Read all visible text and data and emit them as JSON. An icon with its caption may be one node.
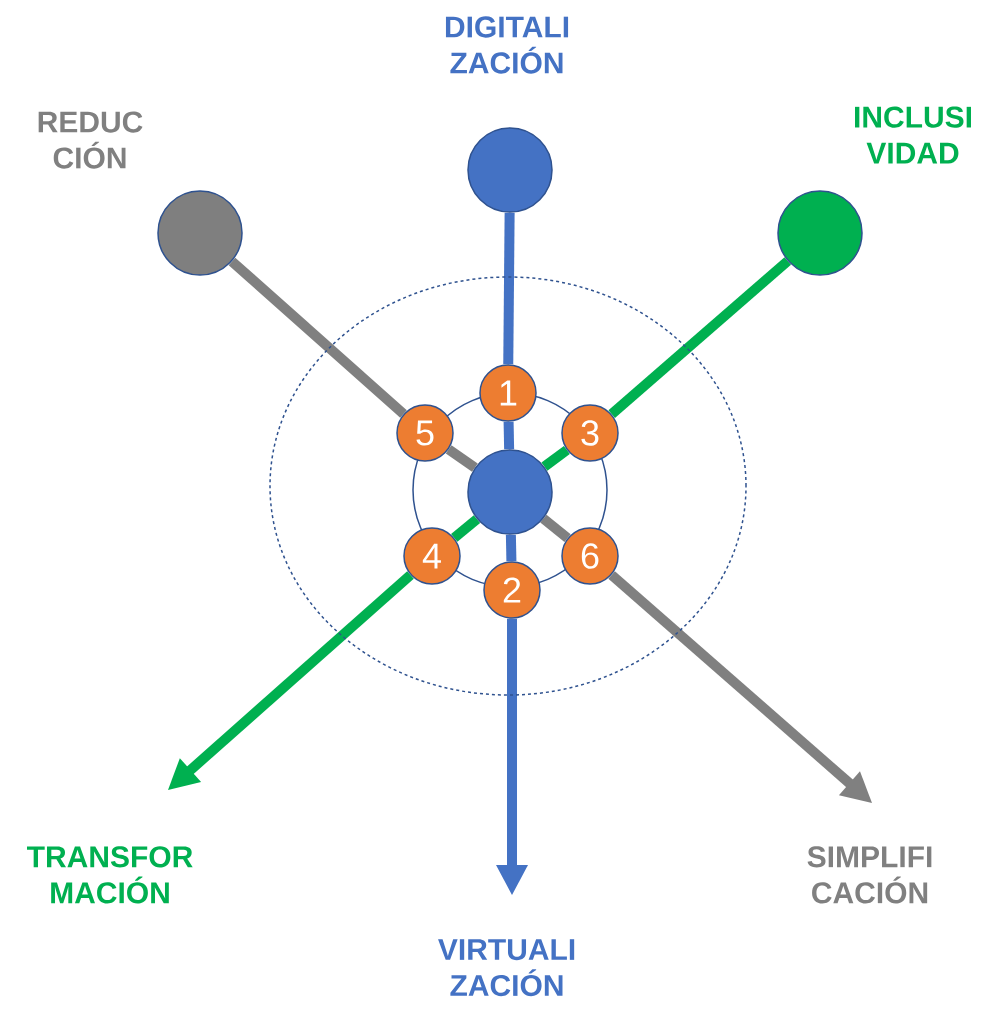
{
  "diagram": {
    "nodes": [
      {
        "text": [],
        "shape": "circle",
        "beside": [
          "DIGITALI ZACIÓN"
        ]
      },
      {
        "text": [],
        "shape": "circle",
        "beside": [
          "REDUC CIÓN"
        ]
      },
      {
        "text": [],
        "shape": "circle",
        "beside": [
          "INCLUSI VIDAD"
        ]
      },
      {
        "text": [],
        "shape": "ellipse"
      },
      {
        "text": [],
        "shape": "circle",
        "in": 3
      },
      {
        "text": [],
        "shape": "circle",
        "in": 4
      },
      {
        "text": [
          "1"
        ],
        "in": 3
      },
      {
        "text": [
          "2"
        ],
        "in": 3
      },
      {
        "text": [
          "3"
        ],
        "in": 3
      },
      {
        "text": [
          "4"
        ],
        "in": 3
      },
      {
        "text": [
          "5"
        ],
        "in": 3
      },
      {
        "text": [
          "6"
        ],
        "in": 3
      },
      {
        "text": [
          "TRANSFOR MACIÓN"
        ]
      },
      {
        "text": [
          "SIMPLIFI CACIÓN"
        ]
      },
      {
        "text": [
          "VIRTUALI ZACIÓN"
        ]
      }
    ],
    "edges": [
      {
        "from": 0,
        "to": 6,
        "arrow": "none",
        "color": "#4472c4"
      },
      {
        "from": 6,
        "to": 5,
        "arrow": "none",
        "color": "#4472c4"
      },
      {
        "from": 5,
        "to": 7,
        "arrow": "none",
        "color": "#4472c4"
      },
      {
        "from": 7,
        "to": 14,
        "arrow": "to",
        "color": "#4472c4"
      },
      {
        "from": 1,
        "to": 10,
        "arrow": "none",
        "color": "#808080"
      },
      {
        "from": 10,
        "to": 5,
        "arrow": "none",
        "color": "#808080"
      },
      {
        "from": 5,
        "to": 11,
        "arrow": "none",
        "color": "#808080"
      },
      {
        "from": 11,
        "to": 13,
        "arrow": "to",
        "color": "#808080"
      },
      {
        "from": 2,
        "to": 8,
        "arrow": "none",
        "color": "#00b050"
      },
      {
        "from": 8,
        "to": 5,
        "arrow": "none",
        "color": "#00b050"
      },
      {
        "from": 5,
        "to": 9,
        "arrow": "none",
        "color": "#00b050"
      },
      {
        "from": 9,
        "to": 12,
        "arrow": "to",
        "color": "#00b050"
      }
    ]
  }
}
